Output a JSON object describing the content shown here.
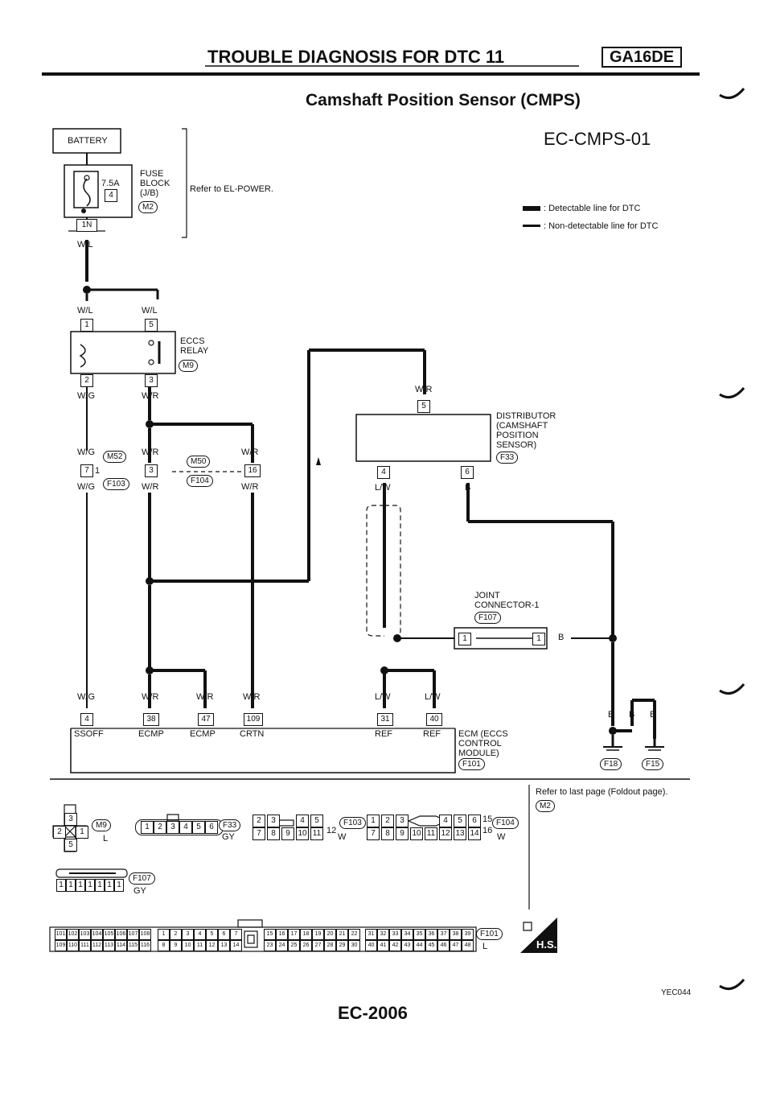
{
  "header": {
    "title": "TROUBLE DIAGNOSIS FOR DTC 11",
    "engine_badge": "GA16DE",
    "subtitle": "Camshaft Position Sensor (CMPS)",
    "diagram_code": "EC-CMPS-01",
    "page_number": "EC-2006",
    "figure_code": "YEC044"
  },
  "legend": {
    "detectable": ": Detectable line for DTC",
    "non_detectable": ": Non-detectable line for DTC"
  },
  "battery": {
    "label": "BATTERY"
  },
  "fuse_block": {
    "rating": "7.5A",
    "fuse_no": "4",
    "label": "FUSE\nBLOCK\n(J/B)",
    "connector": "M2",
    "pin": "1N",
    "refer": "Refer to EL-POWER."
  },
  "relay": {
    "label": "ECCS\nRELAY",
    "connector": "M9",
    "pins": [
      "1",
      "5",
      "2",
      "3"
    ]
  },
  "distributor": {
    "label": "DISTRIBUTOR\n(CAMSHAFT\nPOSITION\nSENSOR)",
    "connector": "F33",
    "pins": [
      "5",
      "4",
      "6"
    ]
  },
  "joint": {
    "label": "JOINT\nCONNECTOR-1",
    "connector": "F107",
    "pins": [
      "1",
      "1"
    ]
  },
  "ecm": {
    "label": "ECM (ECCS\nCONTROL\nMODULE)",
    "connector": "F101",
    "pins": [
      "4",
      "38",
      "47",
      "109",
      "31",
      "40"
    ],
    "terminals": [
      "SSOFF",
      "ECMP",
      "ECMP",
      "CRTN",
      "REF",
      "REF"
    ]
  },
  "connectors": {
    "m52": "M52",
    "f103": "F103",
    "m50": "M50",
    "f104": "F104",
    "pins": [
      "7",
      "1",
      "3",
      "16"
    ]
  },
  "ground": {
    "connectors": [
      "F18",
      "F15"
    ]
  },
  "wires": {
    "wl": "W/L",
    "wg": "W/G",
    "wr": "W/R",
    "lw": "L/W",
    "b": "B"
  },
  "bottom": {
    "refer_last": "Refer to last page (Foldout page).",
    "m2": "M2",
    "m9": "M9",
    "m9_color": "L",
    "f33": "F33",
    "f33_color": "GY",
    "f103": "F103",
    "f103_color": "W",
    "f104": "F104",
    "f104_color": "W",
    "f107": "F107",
    "f107_color": "GY",
    "f101": "F101",
    "f101_color": "L",
    "hs": "H.S.",
    "m9_pins": [
      "3",
      "2",
      "1",
      "5"
    ],
    "f33_pins": [
      "1",
      "2",
      "3",
      "4",
      "5",
      "6"
    ],
    "f103_pins": [
      "2",
      "3",
      "4",
      "5",
      "7",
      "8",
      "9",
      "10",
      "11",
      "12"
    ],
    "f104_pins": [
      "1",
      "2",
      "3",
      "4",
      "5",
      "6",
      "7",
      "8",
      "9",
      "10",
      "11",
      "12",
      "13",
      "14",
      "15",
      "16"
    ],
    "f107_pins": [
      "1",
      "1",
      "1",
      "1",
      "1",
      "1",
      "1"
    ],
    "f101_a": [
      "101",
      "102",
      "103",
      "104",
      "105",
      "106",
      "107",
      "108",
      "109",
      "110",
      "111",
      "112",
      "113",
      "114",
      "115",
      "116"
    ],
    "f101_b": [
      "1",
      "2",
      "3",
      "4",
      "5",
      "6",
      "7",
      "8",
      "9",
      "10",
      "11",
      "12",
      "13",
      "14"
    ],
    "f101_c": [
      "15",
      "16",
      "17",
      "18",
      "19",
      "20",
      "21",
      "22",
      "23",
      "24",
      "25",
      "26",
      "27",
      "28",
      "29",
      "30"
    ],
    "f101_d": [
      "31",
      "32",
      "33",
      "34",
      "35",
      "36",
      "37",
      "38",
      "39",
      "40",
      "41",
      "42",
      "43",
      "44",
      "45",
      "46",
      "47",
      "48"
    ]
  }
}
